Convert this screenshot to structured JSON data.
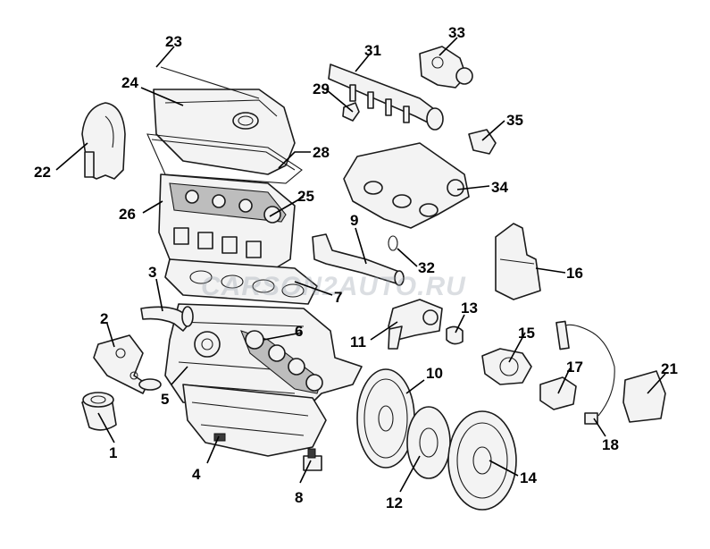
{
  "watermark": "CARSON2AUTO.RU",
  "callouts": [
    "1",
    "2",
    "3",
    "4",
    "5",
    "6",
    "7",
    "8",
    "9",
    "11",
    "12",
    "13",
    "14",
    "15",
    "16",
    "17",
    "18",
    "21",
    "22",
    "23",
    "24",
    "25",
    "26",
    "28",
    "29",
    "31",
    "32",
    "33",
    "34",
    "35",
    "10"
  ]
}
